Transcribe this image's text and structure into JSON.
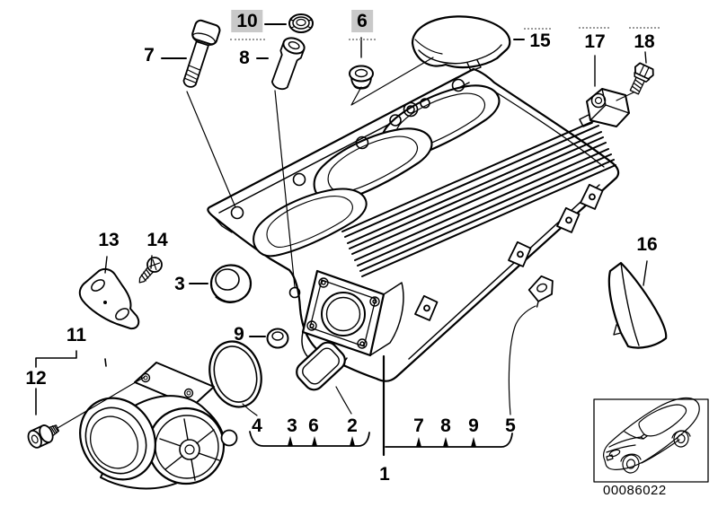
{
  "diagram": {
    "labels": {
      "b7": "7",
      "b8": "8",
      "b10": "10",
      "b6": "6",
      "b15": "15",
      "b17": "17",
      "b18": "18",
      "b13": "13",
      "b14": "14",
      "b3": "3",
      "b9": "9",
      "b11": "11",
      "b12": "12",
      "b16": "16",
      "b1": "1",
      "bottom_left_group": [
        "4",
        "3",
        "6",
        "2"
      ],
      "bottom_right_group": [
        "7",
        "8",
        "9",
        "5"
      ]
    },
    "highlight": {
      "color": "#c9c9c9",
      "items": [
        "10",
        "6"
      ]
    },
    "stamp": {
      "code": "00086022"
    },
    "icons": {
      "car_thumbnail": "car-side-outline"
    }
  }
}
